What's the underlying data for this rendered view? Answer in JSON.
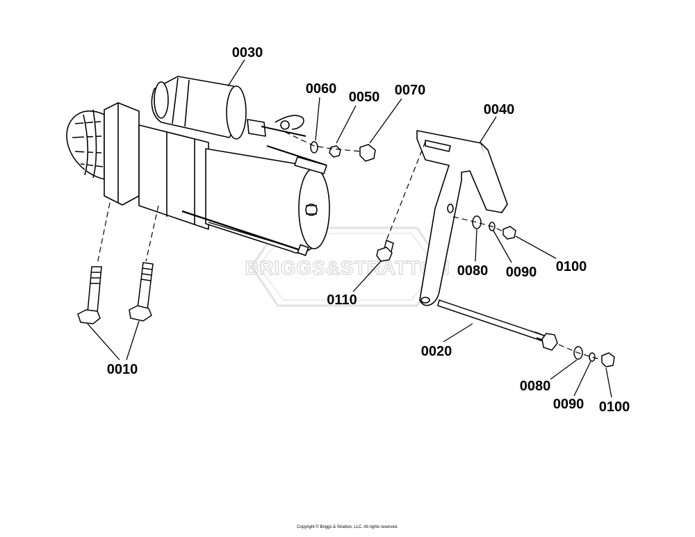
{
  "watermark": {
    "brand": "BRIGGS&STRATTON"
  },
  "callouts": [
    {
      "id": "c0030",
      "label": "0030"
    },
    {
      "id": "c0060",
      "label": "0060"
    },
    {
      "id": "c0050",
      "label": "0050"
    },
    {
      "id": "c0070",
      "label": "0070"
    },
    {
      "id": "c0040",
      "label": "0040"
    },
    {
      "id": "c0080a",
      "label": "0080"
    },
    {
      "id": "c0090a",
      "label": "0090"
    },
    {
      "id": "c0100a",
      "label": "0100"
    },
    {
      "id": "c0110",
      "label": "0110"
    },
    {
      "id": "c0010",
      "label": "0010"
    },
    {
      "id": "c0020",
      "label": "0020"
    },
    {
      "id": "c0080b",
      "label": "0080"
    },
    {
      "id": "c0090b",
      "label": "0090"
    },
    {
      "id": "c0100b",
      "label": "0100"
    }
  ],
  "footer": {
    "copyright": "Copyright © Briggs & Stratton, LLC. All rights reserved."
  }
}
